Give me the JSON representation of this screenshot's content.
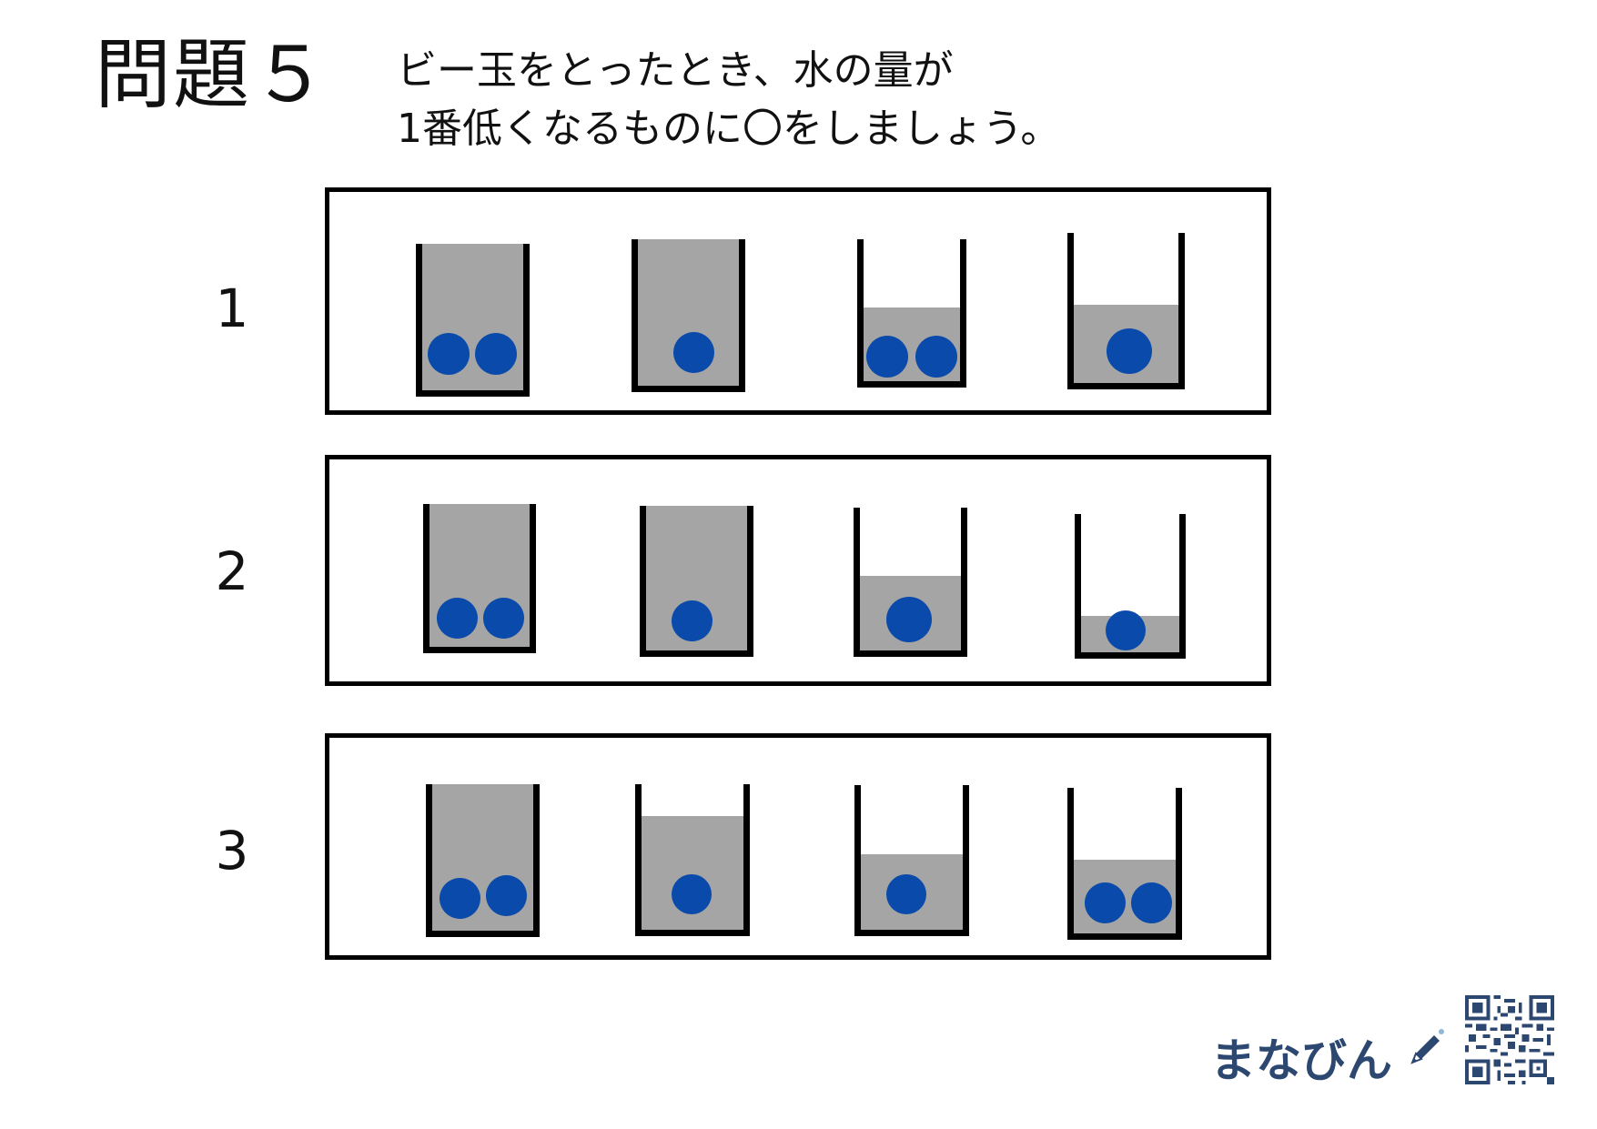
{
  "title": "問題５",
  "instruction_line1": "ビー玉をとったとき、水の量が",
  "instruction_line2": "1番低くなるものに〇をしましょう。",
  "rows": [
    {
      "number": "1",
      "cups": [
        {
          "label": "cup-1-1",
          "marbles": 2,
          "water": "full"
        },
        {
          "label": "cup-1-2",
          "marbles": 1,
          "water": "full"
        },
        {
          "label": "cup-1-3",
          "marbles": 2,
          "water": "low"
        },
        {
          "label": "cup-1-4",
          "marbles": 1,
          "water": "low"
        }
      ]
    },
    {
      "number": "2",
      "cups": [
        {
          "label": "cup-2-1",
          "marbles": 2,
          "water": "full"
        },
        {
          "label": "cup-2-2",
          "marbles": 1,
          "water": "full"
        },
        {
          "label": "cup-2-3",
          "marbles": 1,
          "water": "low"
        },
        {
          "label": "cup-2-4",
          "marbles": 1,
          "water": "very-low"
        }
      ]
    },
    {
      "number": "3",
      "cups": [
        {
          "label": "cup-3-1",
          "marbles": 2,
          "water": "full"
        },
        {
          "label": "cup-3-2",
          "marbles": 1,
          "water": "high"
        },
        {
          "label": "cup-3-3",
          "marbles": 1,
          "water": "medium"
        },
        {
          "label": "cup-3-4",
          "marbles": 2,
          "water": "medium"
        }
      ]
    }
  ],
  "brand": "まなびん",
  "colors": {
    "water": "#a5a5a5",
    "marble": "#0a4aaa",
    "brand": "#2c4770"
  }
}
